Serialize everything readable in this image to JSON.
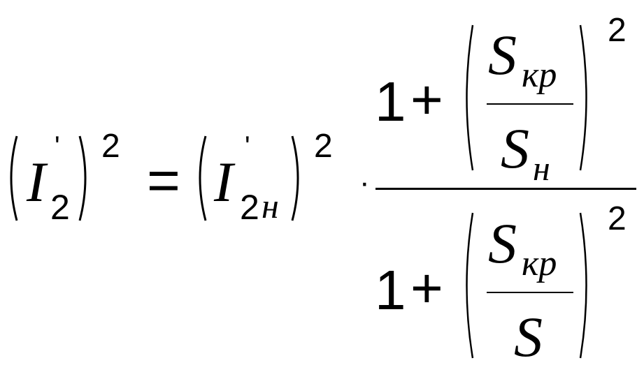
{
  "formula": {
    "lhs": {
      "base": "I",
      "prime": "'",
      "subscript": "2",
      "power": "2"
    },
    "equals": "=",
    "rhs": {
      "base": "I",
      "prime": "'",
      "subscript_digit": "2",
      "subscript_letter": "н",
      "power": "2"
    },
    "multiply": "·",
    "numerator": {
      "one": "1",
      "plus": "+",
      "ratio_num_base": "S",
      "ratio_num_sub": "кр",
      "ratio_den_base": "S",
      "ratio_den_sub": "н",
      "power": "2"
    },
    "denominator": {
      "one": "1",
      "plus": "+",
      "ratio_num_base": "S",
      "ratio_num_sub": "кр",
      "ratio_den_base": "S",
      "power": "2"
    }
  }
}
